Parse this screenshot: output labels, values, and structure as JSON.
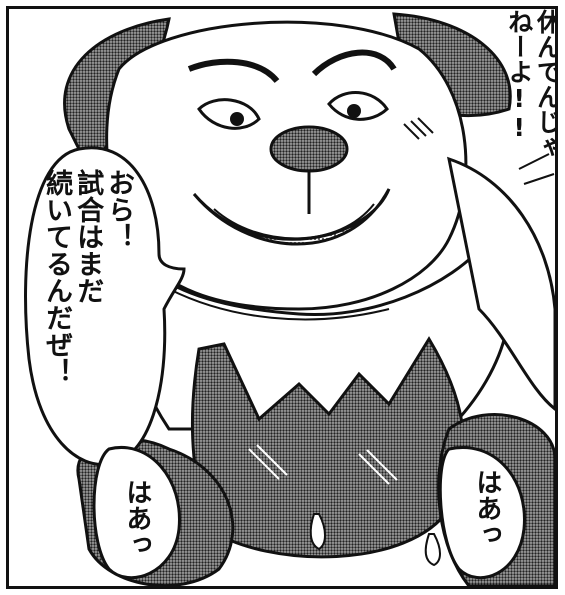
{
  "panel": {
    "main_dialogue": "おら！\n試合はまだ\n続いてるんだぜ！",
    "top_exclaim": "休んでんじゃ\nねーよ!!",
    "pant_left": "はあっ",
    "pant_right": "はあっ"
  },
  "colors": {
    "ink": "#111111",
    "paper": "#ffffff",
    "screentone": "#8a8a8a"
  }
}
